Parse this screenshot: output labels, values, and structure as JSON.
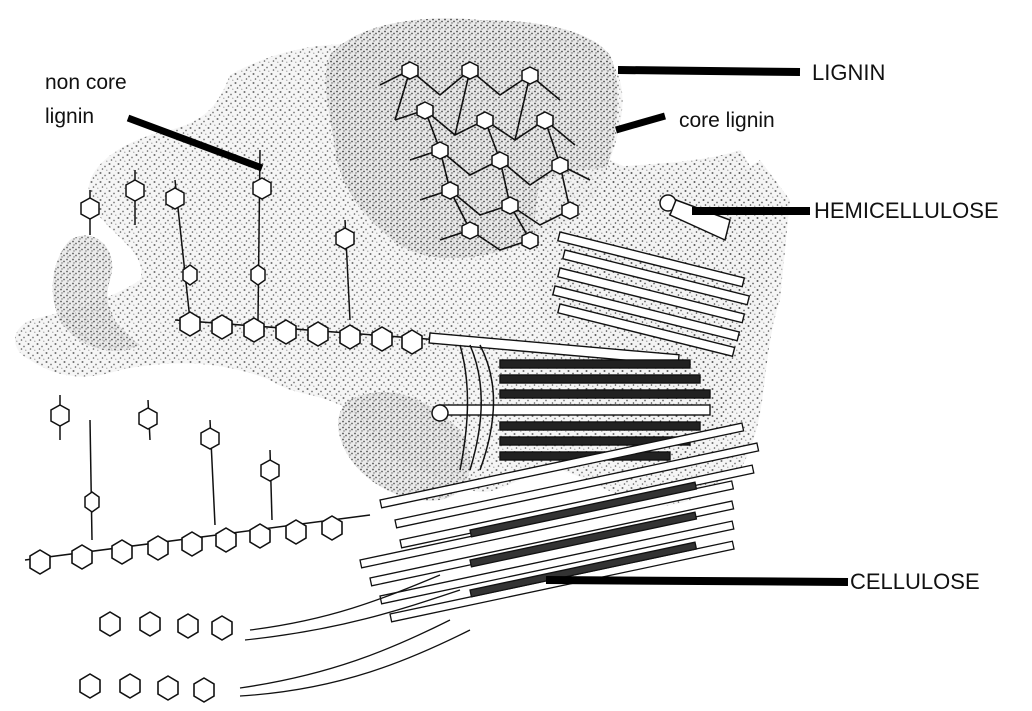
{
  "labels": {
    "lignin": "LIGNIN",
    "core_lignin": "core lignin",
    "non_core_lignin_line1": "non core",
    "non_core_lignin_line2": "lignin",
    "hemicellulose": "HEMICELLULOSE",
    "cellulose": "CELLULOSE"
  },
  "colors": {
    "ink": "#111111",
    "stipple": "#7a7a7a",
    "background": "#ffffff"
  }
}
